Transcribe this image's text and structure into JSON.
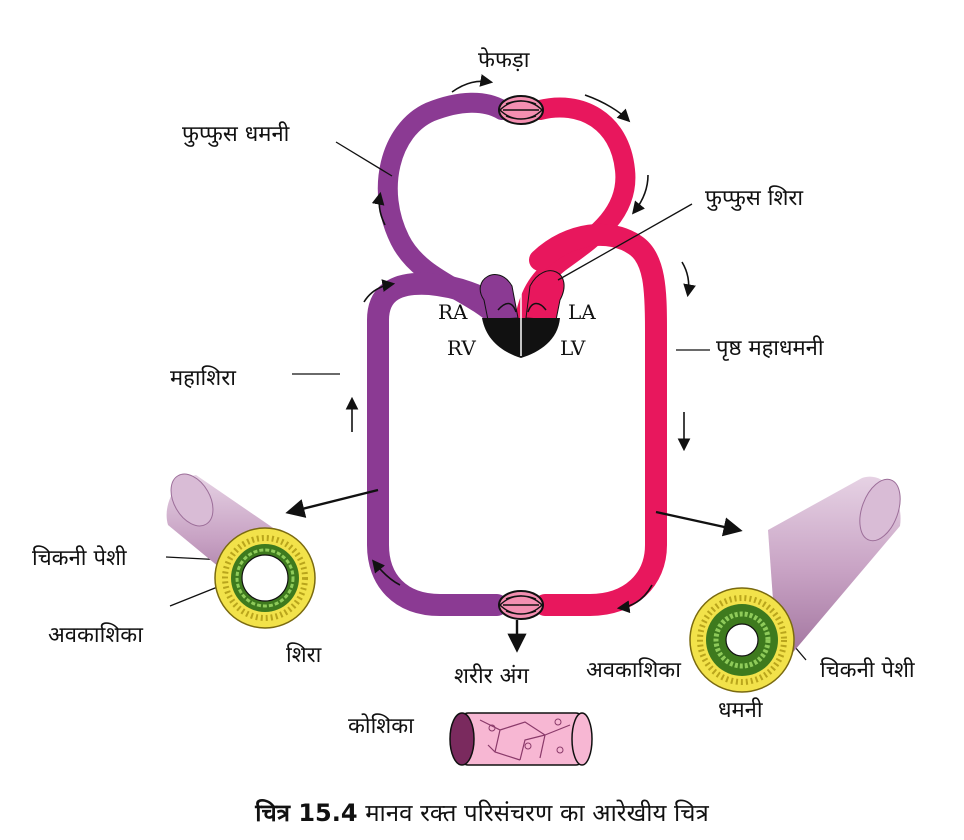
{
  "labels": {
    "lungs": "फेफड़ा",
    "pulmonary_artery": "फुप्फुस धमनी",
    "pulmonary_vein": "फुप्फुस शिरा",
    "vena_cava": "महाशिरा",
    "dorsal_aorta": "पृष्ठ महाधमनी",
    "ra": "RA",
    "la": "LA",
    "rv": "RV",
    "lv": "LV",
    "smooth_muscle_left": "चिकनी पेशी",
    "lumen_left": "अवकाशिका",
    "vein": "शिरा",
    "body_organs": "शरीर अंग",
    "lumen_right": "अवकाशिका",
    "smooth_muscle_right": "चिकनी पेशी",
    "artery": "धमनी",
    "capillary": "कोशिका"
  },
  "caption": {
    "figure_number": "चित्र 15.4",
    "text": "मानव रक्त परिसंचरण का आरेखीय चित्र"
  },
  "colors": {
    "deoxygenated": "#8B3A93",
    "oxygenated": "#E8175D",
    "heart_ventricle": "#111111",
    "vessel_wall_outer": "#F2E24A",
    "smooth_muscle": "#3E7A1E",
    "vessel_tube": "#C9A9C6",
    "capillary_cells": "#F7B7D3"
  }
}
